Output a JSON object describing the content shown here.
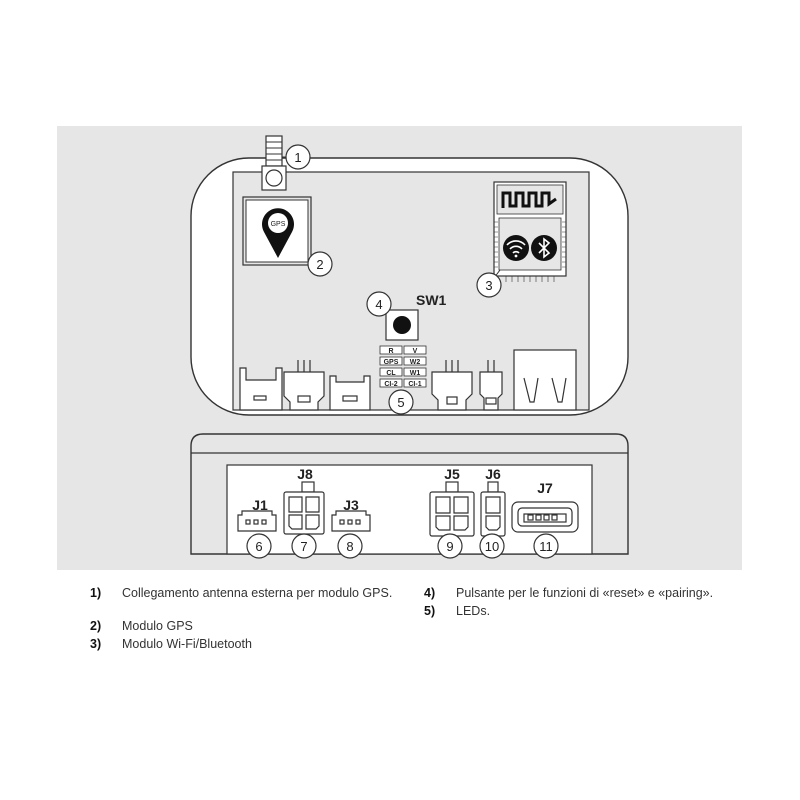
{
  "board_labels": {
    "gps_icon": "GPS",
    "sw1": "SW1",
    "led_tags": [
      "R",
      "V",
      "GPS",
      "W2",
      "CL",
      "W1",
      "CI-2",
      "CI-1"
    ]
  },
  "connectors": [
    "J8",
    "J1",
    "J3",
    "J5",
    "J6",
    "J7"
  ],
  "callouts": [
    "1",
    "2",
    "3",
    "4",
    "5",
    "6",
    "7",
    "8",
    "9",
    "10",
    "11"
  ],
  "legend": [
    {
      "num": "1)",
      "text": "Collegamento antenna esterna per modulo GPS."
    },
    {
      "num": "2)",
      "text": "Modulo GPS"
    },
    {
      "num": "3)",
      "text": "Modulo Wi-Fi/Bluetooth"
    },
    {
      "num": "4)",
      "text": "Pulsante per le funzioni di «reset» e «pairing»."
    },
    {
      "num": "5)",
      "text": "LEDs."
    }
  ],
  "colors": {
    "panel_background": "#e6e6e6",
    "board": "#ffffff",
    "outline": "#333333",
    "callout_circle": "#ffffff",
    "icon_fill": "#111111"
  }
}
